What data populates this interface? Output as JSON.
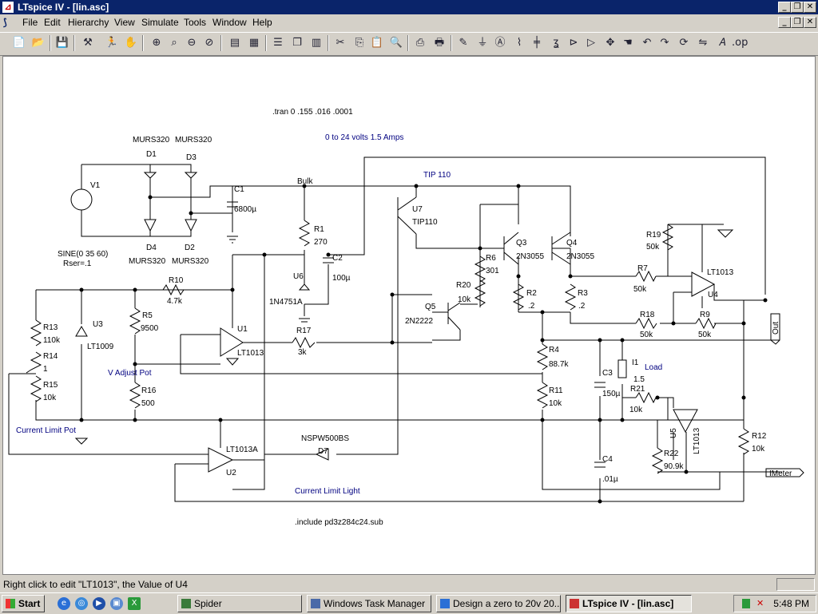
{
  "window": {
    "title": "LTspice IV - [lin.asc]",
    "buttons": {
      "minimize": "_",
      "restore": "❐",
      "close": "✕"
    }
  },
  "menu": [
    "File",
    "Edit",
    "Hierarchy",
    "View",
    "Simulate",
    "Tools",
    "Window",
    "Help"
  ],
  "schematic": {
    "directive_tran": ".tran 0 .155 .016 .0001",
    "directive_include": ".include pd3z284c24.sub",
    "comment_range": "0 to 24 volts 1.5 Amps",
    "comment_tip110": "TIP 110",
    "comment_vadjust": "V Adjust Pot",
    "comment_current_limit_pot": "Current Limit Pot",
    "comment_load": "Load",
    "comment_current_limit_light": "Current Limit Light",
    "net_bulk": "Bulk",
    "label_out": "Out",
    "label_imeter": "IMeter",
    "v1": {
      "name": "V1",
      "value": "SINE(0 35 60)",
      "rser": "Rser=.1"
    },
    "diodes": [
      {
        "name": "D1",
        "model": "MURS320"
      },
      {
        "name": "D3",
        "model": "MURS320"
      },
      {
        "name": "D4",
        "model": "MURS320"
      },
      {
        "name": "D2",
        "model": "MURS320"
      }
    ],
    "components": [
      {
        "name": "C1",
        "value": "6800µ"
      },
      {
        "name": "R1",
        "value": "270"
      },
      {
        "name": "C2",
        "value": "100µ"
      },
      {
        "name": "U6",
        "value": "1N4751A"
      },
      {
        "name": "U7",
        "value": "TIP110"
      },
      {
        "name": "Q3",
        "value": "2N3055"
      },
      {
        "name": "Q4",
        "value": "2N3055"
      },
      {
        "name": "R6",
        "value": "301"
      },
      {
        "name": "R2",
        "value": ".2"
      },
      {
        "name": "R3",
        "value": ".2"
      },
      {
        "name": "R20",
        "value": "10k"
      },
      {
        "name": "Q5",
        "value": "2N2222"
      },
      {
        "name": "R19",
        "value": "50k"
      },
      {
        "name": "R7",
        "value": "50k"
      },
      {
        "name": "U4",
        "value": "LT1013"
      },
      {
        "name": "R18",
        "value": "50k"
      },
      {
        "name": "R9",
        "value": "50k"
      },
      {
        "name": "R10",
        "value": "4.7k"
      },
      {
        "name": "R13",
        "value": "110k"
      },
      {
        "name": "R14",
        "value": "1"
      },
      {
        "name": "R15",
        "value": "10k"
      },
      {
        "name": "U3",
        "value": "LT1009"
      },
      {
        "name": "R5",
        "value": "9500"
      },
      {
        "name": "R16",
        "value": "500"
      },
      {
        "name": "U1",
        "value": "LT1013"
      },
      {
        "name": "R17",
        "value": "3k"
      },
      {
        "name": "R4",
        "value": "88.7k"
      },
      {
        "name": "R11",
        "value": "10k"
      },
      {
        "name": "C3",
        "value": "150µ"
      },
      {
        "name": "I1",
        "value": "1.5"
      },
      {
        "name": "R21",
        "value": "10k"
      },
      {
        "name": "U5",
        "value": "LT1013"
      },
      {
        "name": "R22",
        "value": "90.9k"
      },
      {
        "name": "R12",
        "value": "10k"
      },
      {
        "name": "C4",
        "value": ".01µ"
      },
      {
        "name": "U2",
        "value": "LT1013A"
      },
      {
        "name": "D7",
        "value": "NSPW500BS"
      }
    ]
  },
  "status": {
    "text": "Right click to edit \"LT1013\", the Value of U4"
  },
  "taskbar": {
    "start": "Start",
    "tasks": [
      "Spider",
      "Windows Task Manager",
      "Design a zero to 20v 20...",
      "LTspice IV - [lin.asc]"
    ],
    "clock": "5:48 PM"
  },
  "colors": {
    "wire": "#000000",
    "comment": "#000080",
    "selected_task": "#e4e2dc",
    "titlebar": "#0a246a"
  }
}
